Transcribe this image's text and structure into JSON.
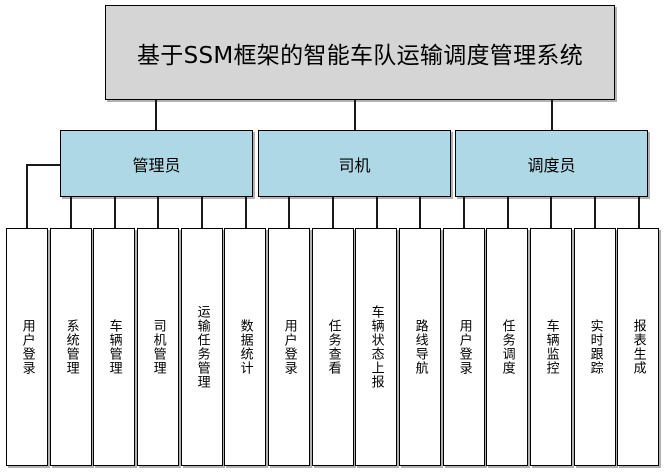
{
  "diagram": {
    "type": "hierarchy-tree",
    "title": "基于SSM框架的智能车队运输调度管理系统",
    "colors": {
      "title_fill": "#d5d5d5",
      "role_fill": "#aed8e6",
      "leaf_fill": "#ffffff",
      "border": "#000000",
      "connector": "#1a1a1a",
      "background": "#ffffff"
    },
    "roles": [
      {
        "label": "管理员"
      },
      {
        "label": "司机"
      },
      {
        "label": "调度员"
      }
    ],
    "leaves": [
      {
        "label": "用户登录",
        "role": "管理员"
      },
      {
        "label": "系统管理",
        "role": "管理员"
      },
      {
        "label": "车辆管理",
        "role": "管理员"
      },
      {
        "label": "司机管理",
        "role": "管理员"
      },
      {
        "label": "运输任务管理",
        "role": "管理员"
      },
      {
        "label": "数据统计",
        "role": "管理员"
      },
      {
        "label": "用户登录",
        "role": "司机"
      },
      {
        "label": "任务查看",
        "role": "司机"
      },
      {
        "label": "车辆状态上报",
        "role": "司机"
      },
      {
        "label": "路线导航",
        "role": "司机"
      },
      {
        "label": "用户登录",
        "role": "调度员"
      },
      {
        "label": "任务调度",
        "role": "调度员"
      },
      {
        "label": "车辆监控",
        "role": "调度员"
      },
      {
        "label": "实时跟踪",
        "role": "调度员"
      },
      {
        "label": "报表生成",
        "role": "调度员"
      }
    ]
  }
}
